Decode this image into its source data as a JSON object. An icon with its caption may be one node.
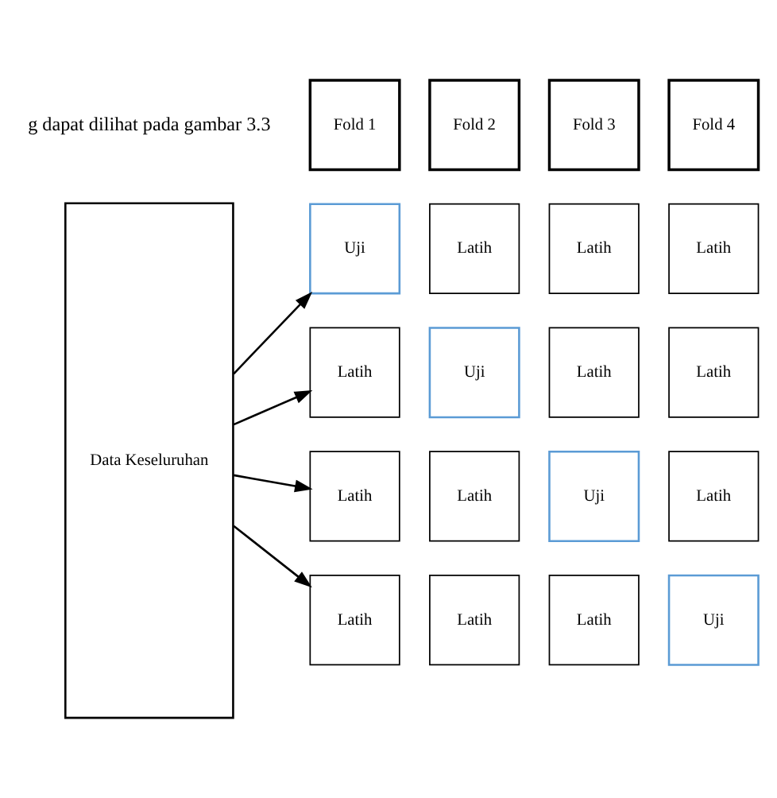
{
  "diagram": {
    "nodes": [
      {
        "text": [
          "Fold 1"
        ]
      },
      {
        "text": [
          "Fold 2"
        ]
      },
      {
        "text": [
          "Fold 3"
        ]
      },
      {
        "text": [
          "Fold 4"
        ]
      },
      {
        "text": [
          "Data Keseluruhan"
        ]
      },
      {
        "text": [
          "Uji"
        ]
      },
      {
        "text": [
          "Latih"
        ]
      },
      {
        "text": [
          "Latih"
        ]
      },
      {
        "text": [
          "Latih"
        ]
      },
      {
        "text": [
          "Latih"
        ]
      },
      {
        "text": [
          "Uji"
        ]
      },
      {
        "text": [
          "Latih"
        ]
      },
      {
        "text": [
          "Latih"
        ]
      },
      {
        "text": [
          "Latih"
        ]
      },
      {
        "text": [
          "Latih"
        ]
      },
      {
        "text": [
          "Uji"
        ]
      },
      {
        "text": [
          "Latih"
        ]
      },
      {
        "text": [
          "Latih"
        ]
      },
      {
        "text": [
          "Latih"
        ]
      },
      {
        "text": [
          "Latih"
        ]
      },
      {
        "text": [
          "Uji"
        ]
      }
    ],
    "edges": [
      {
        "from": 4,
        "to": 5,
        "arrow": "to"
      },
      {
        "from": 4,
        "to": 9,
        "arrow": "to"
      },
      {
        "from": 4,
        "to": 13,
        "arrow": "to"
      },
      {
        "from": 4,
        "to": 17,
        "arrow": "to"
      }
    ],
    "labels": [
      "g dapat dilihat pada gambar 3.3"
    ]
  }
}
